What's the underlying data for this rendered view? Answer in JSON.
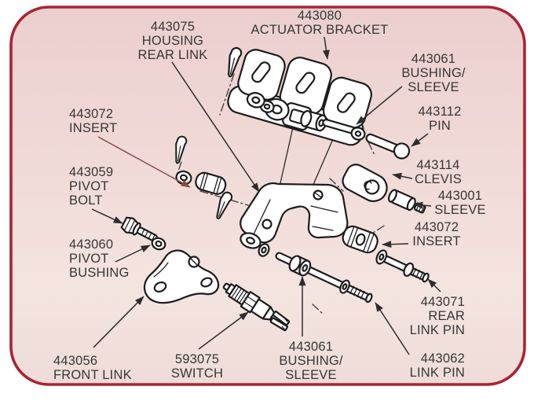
{
  "diagram": {
    "title_note": "exploded shift linkage parts diagram",
    "labels": {
      "housing_rear_link": "443075\nHOUSING\nREAR LINK",
      "actuator_bracket": "443080\nACTUATOR BRACKET",
      "bushing_sleeve_top": "443061\nBUSHING/\nSLEEVE",
      "pin": "443112\nPIN",
      "clevis": "443114\nCLEVIS",
      "sleeve": "443001\nSLEEVE",
      "insert_right": "443072\nINSERT",
      "rear_link_pin": "443071\nREAR\nLINK PIN",
      "link_pin": "443062\nLINK PIN",
      "insert_left": "443072\nINSERT",
      "pivot_bolt": "443059\nPIVOT\nBOLT",
      "pivot_bushing": "443060\nPIVOT\nBUSHING",
      "front_link": "443056\nFRONT LINK",
      "switch": "593075\nSWITCH",
      "bushing_sleeve_bottom": "443061\nBUSHING/\nSLEEVE"
    },
    "colors": {
      "panel_border": "#a92433",
      "background_top": "#eccfcf",
      "background_bottom": "#f4e4e0",
      "line_art": "#1c1c1c",
      "text": "#363636",
      "red_leader": "#8d4a42"
    }
  }
}
